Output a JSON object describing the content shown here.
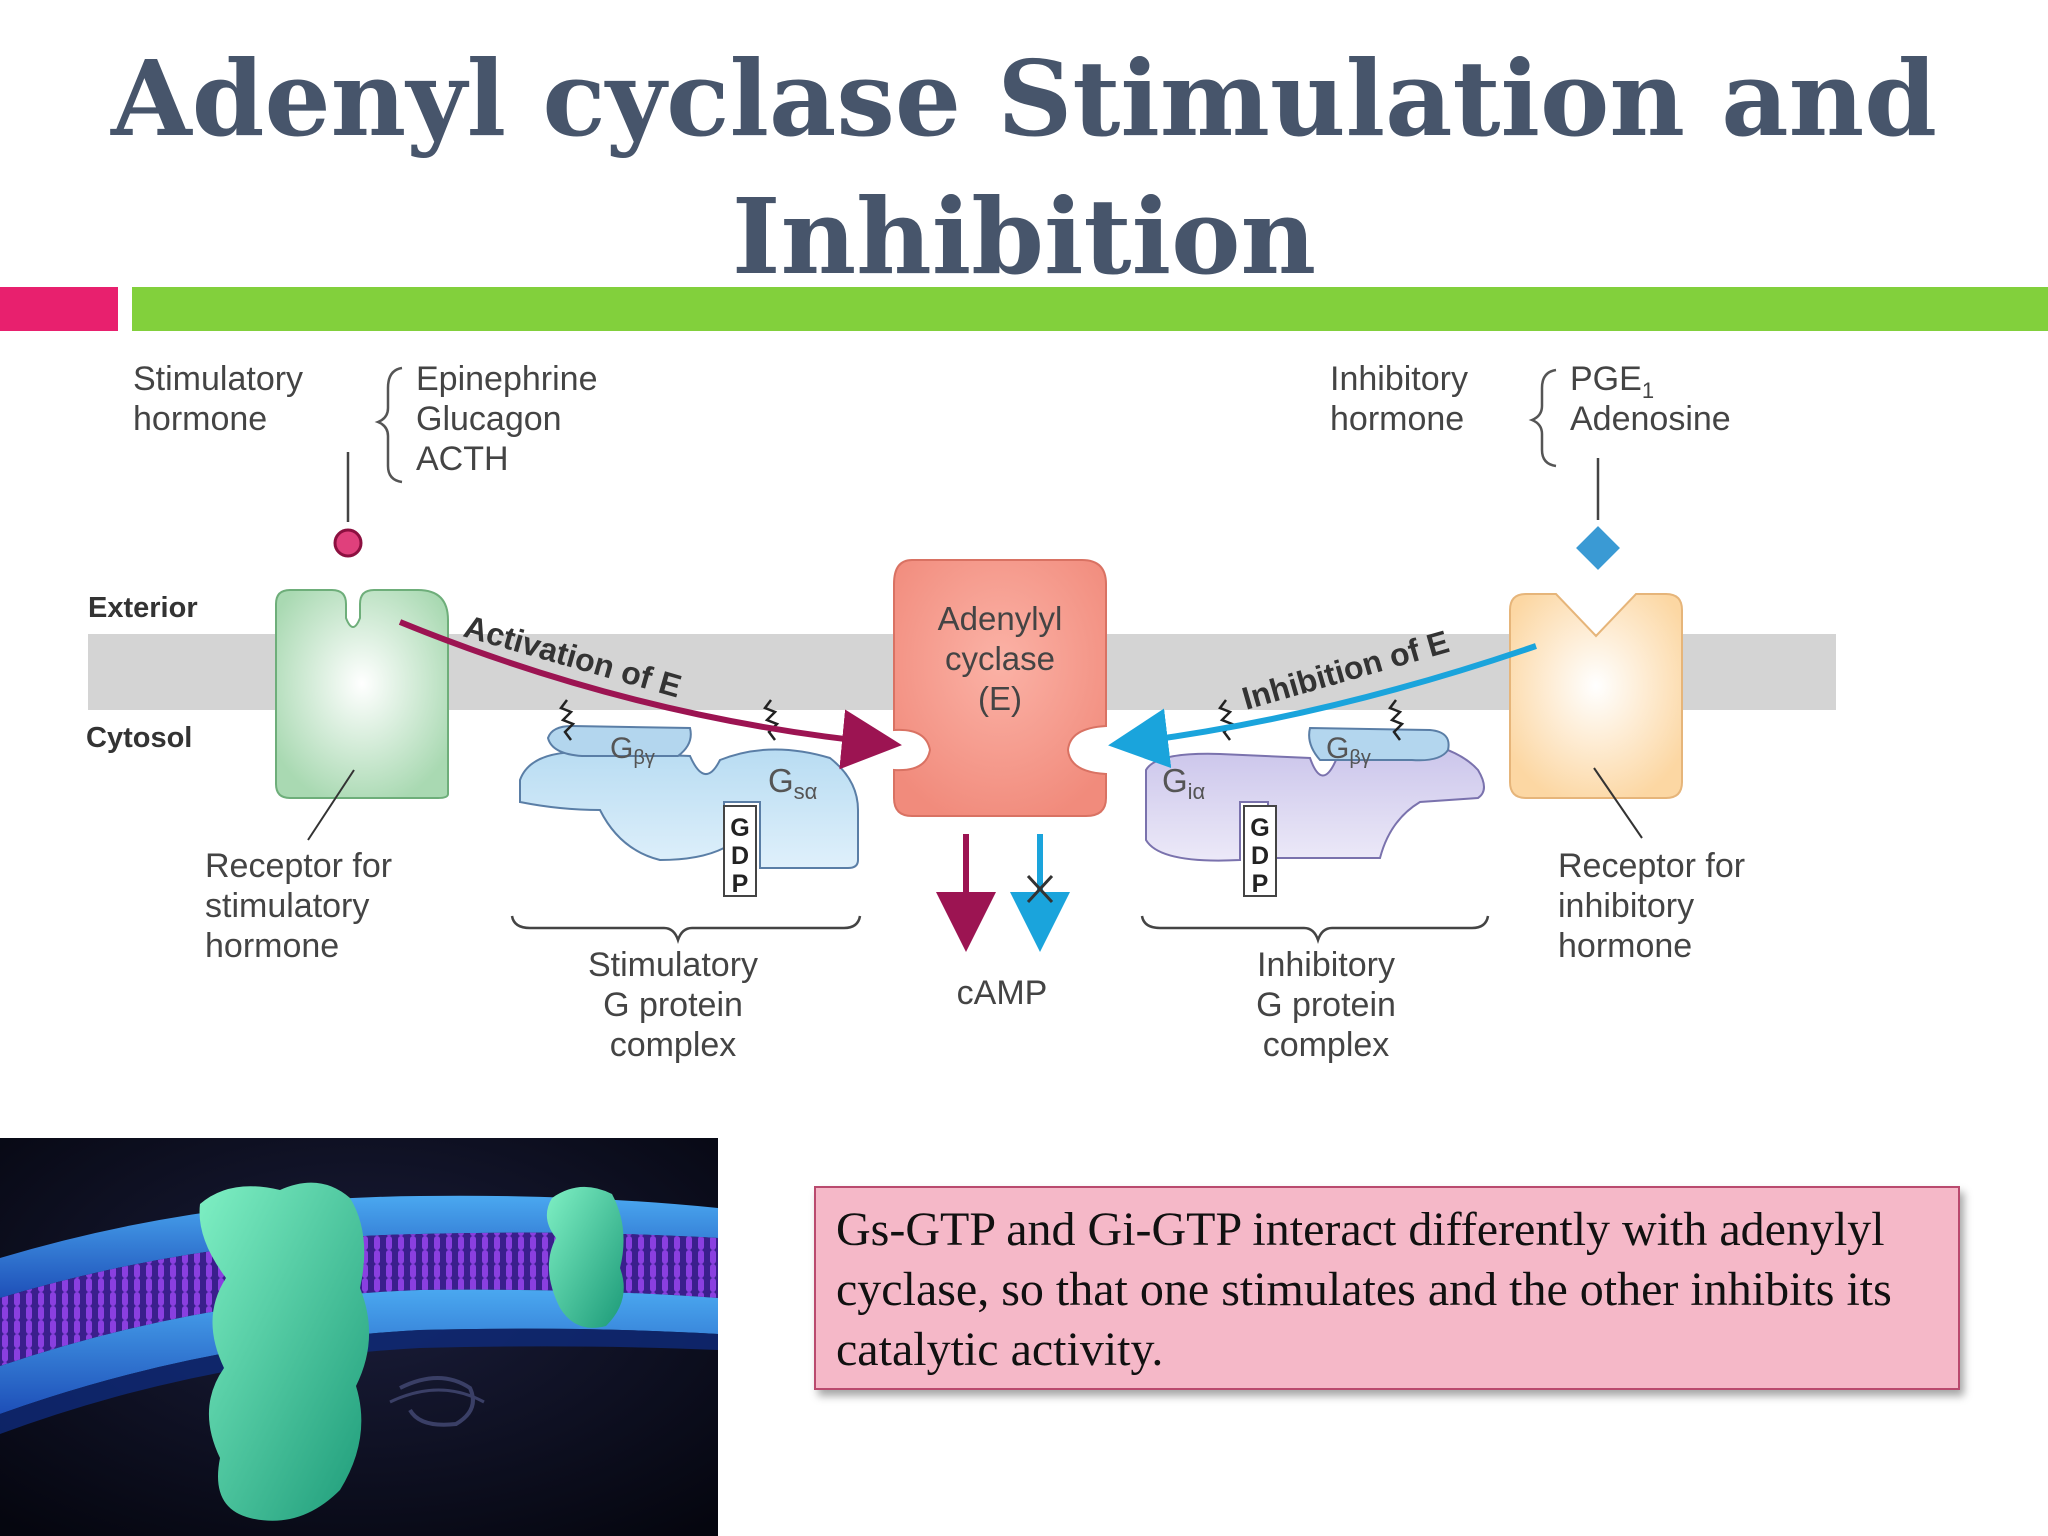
{
  "slide": {
    "title_line1": "Adenyl cyclase Stimulation and",
    "title_line2": "Inhibition",
    "caption": "Gs-GTP and Gi-GTP interact differently with adenylyl cyclase, so that one stimulates and the other inhibits its catalytic activity."
  },
  "diagram": {
    "exterior": "Exterior",
    "cytosol": "Cytosol",
    "stim_hormone": [
      "Stimulatory",
      "hormone"
    ],
    "stim_hormones": [
      "Epinephrine",
      "Glucagon",
      "ACTH"
    ],
    "inhib_hormone": [
      "Inhibitory",
      "hormone"
    ],
    "inhib_hormones": [
      "PGE",
      "Adenosine"
    ],
    "pge_subscript": "1",
    "activation": "Activation of E",
    "inhibition": "Inhibition of E",
    "enzyme": [
      "Adenylyl",
      "cyclase",
      "(E)"
    ],
    "g": "G",
    "beta_gamma": "βγ",
    "s_alpha": "sα",
    "i_alpha": "iα",
    "gdp": [
      "G",
      "D",
      "P"
    ],
    "camp": "cAMP",
    "stim_receptor": [
      "Receptor for",
      "stimulatory",
      "hormone"
    ],
    "inhib_receptor": [
      "Receptor for",
      "inhibitory",
      "hormone"
    ],
    "stim_complex": [
      "Stimulatory",
      "G protein",
      "complex"
    ],
    "inhib_complex": [
      "Inhibitory",
      "G protein",
      "complex"
    ]
  },
  "colors": {
    "title": "#47556b",
    "pink_bar": "#e8206e",
    "green_bar": "#82d03c",
    "caption_bg": "#f5b8c8",
    "activation_arrow": "#9c1452",
    "inhibition_arrow": "#1aa4dc",
    "membrane": "#d4d4d4"
  },
  "icons": {
    "photo": "membrane-protein-photo",
    "stim_hormone": "stimulatory-hormone-circle-icon",
    "inhib_hormone": "inhibitory-hormone-diamond-icon"
  }
}
